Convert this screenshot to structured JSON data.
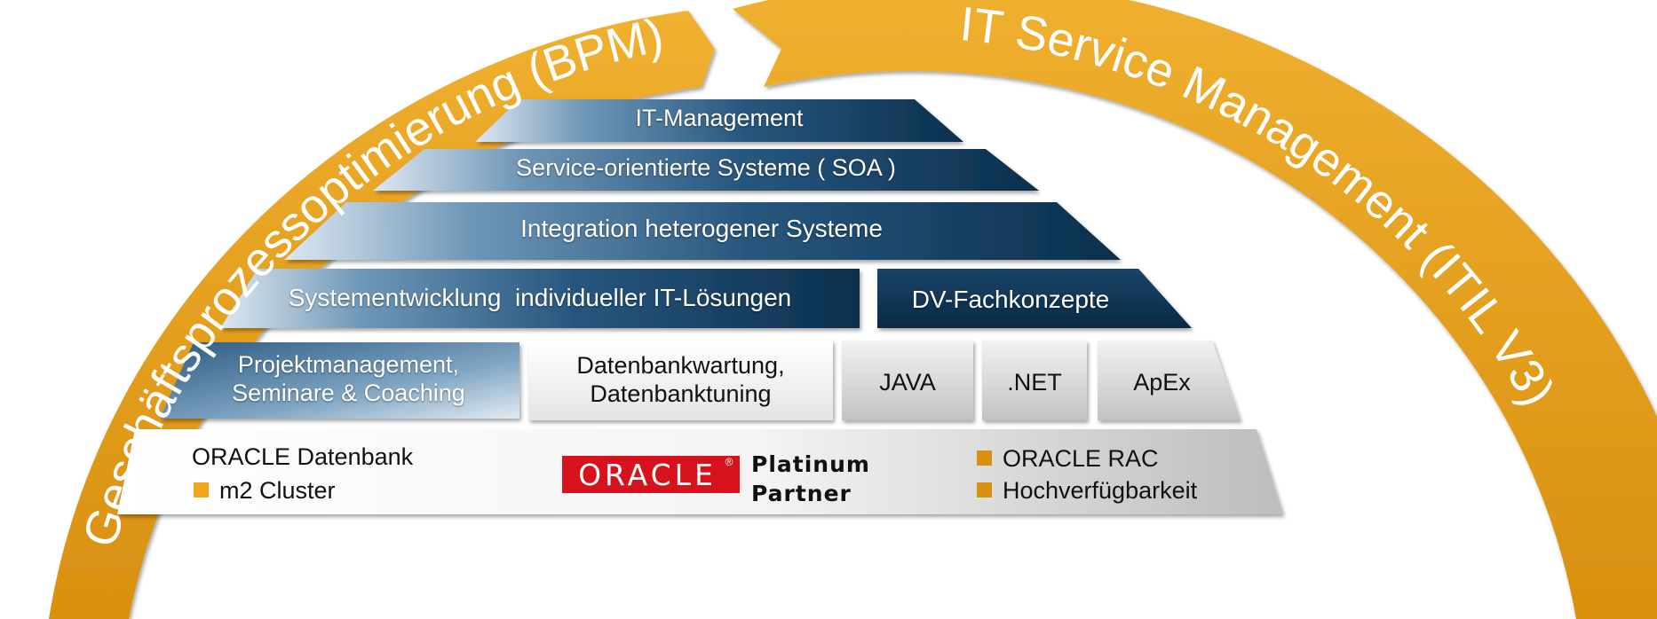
{
  "arcs": {
    "left": "Geschäftsprozessoptimierung (BPM)",
    "right": "IT Service Management (ITIL V3)"
  },
  "layers": {
    "it_management": "IT-Management",
    "soa": "Service-orientierte Systeme ( SOA )",
    "integration": "Integration heterogener Systeme",
    "systementwicklung": "Systementwicklung  individueller IT-Lösungen",
    "dv_fachkonzepte": "DV-Fachkonzepte"
  },
  "tiles": {
    "projekt": [
      "Projektmanagement,",
      "Seminare & Coaching"
    ],
    "datenbank": [
      "Datenbankwartung,",
      "Datenbanktuning"
    ],
    "java": "JAVA",
    "net": ".NET",
    "apex": "ApEx"
  },
  "base": {
    "left_title": "ORACLE Datenbank",
    "left_item": "m2 Cluster",
    "logo_text": "ORACLE",
    "logo_reg": "®",
    "partner": [
      "Platinum",
      "Partner"
    ],
    "right_items": [
      "ORACLE RAC",
      "Hochverfügbarkeit"
    ]
  },
  "colors": {
    "arc_orange": "#e6a020",
    "navy": "#0e3656",
    "oracle_red": "#d8121d",
    "bullet": "#f0a818"
  }
}
